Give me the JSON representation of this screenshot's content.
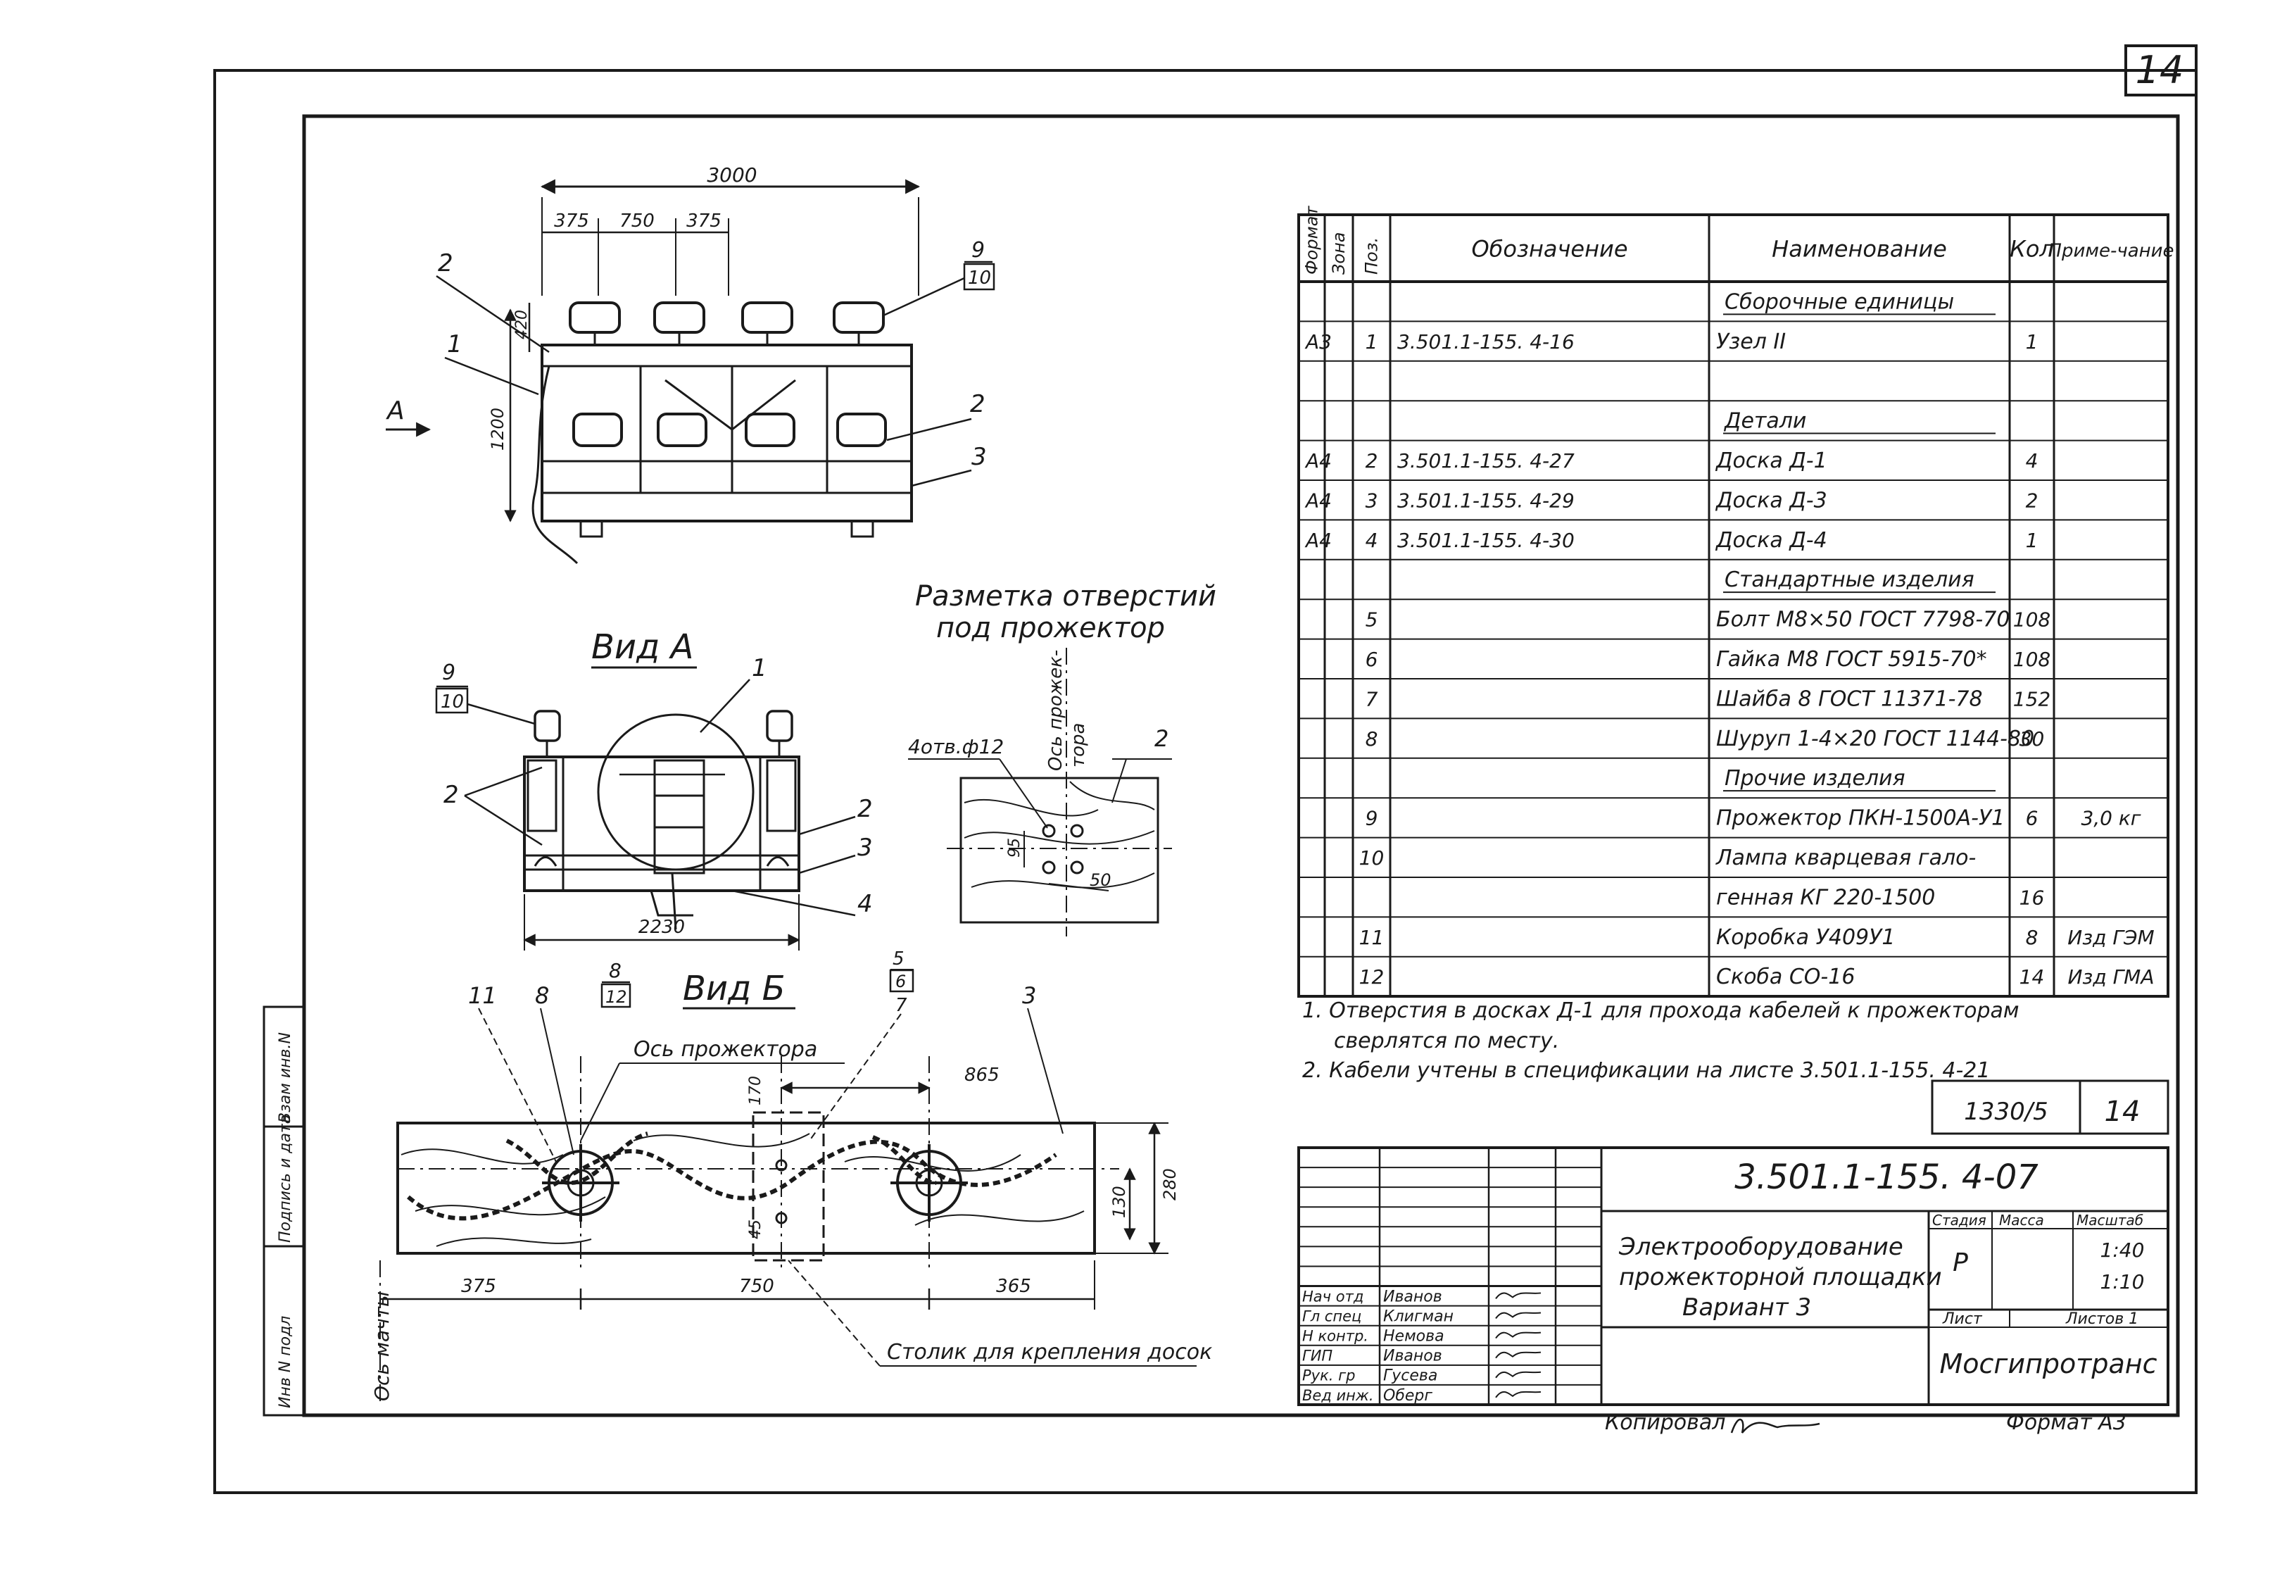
{
  "sheet": {
    "page_corner": "14",
    "format": "Формат А3",
    "copied_by": "Копировал",
    "inventory_code": "1330/5",
    "inventory_sheet": "14"
  },
  "side_stamp": [
    "Инв N подл",
    "Подпись и дата",
    "Взам инв.N"
  ],
  "views": {
    "top": {
      "dims": {
        "total": "3000",
        "d1": "375",
        "d2": "750",
        "d3": "375",
        "height": "1200",
        "h2": "420"
      },
      "arrow_label": "А",
      "leaders": {
        "l2a": "2",
        "l1": "1",
        "l9": "9",
        "l10": "10",
        "l2b": "2",
        "l3": "3"
      }
    },
    "view_a": {
      "title": "Вид А",
      "width": "2230",
      "leaders": {
        "l9": "9",
        "l10": "10",
        "l2": "2",
        "l1": "1",
        "l2b": "2",
        "l3": "3",
        "l4": "4"
      }
    },
    "marking": {
      "title_1": "Разметка отверстий",
      "title_2": "под прожектор",
      "holes": "4отв.ф12",
      "axis_1": "Ось прожек-",
      "axis_2": "тора",
      "d95": "95",
      "d50": "50",
      "leader2": "2"
    },
    "view_b": {
      "title": "Вид Б",
      "axis_label": "Ось прожектора",
      "mast_axis": "Ось мачты",
      "table_label": "Столик для крепления досок",
      "dims": {
        "d865": "865",
        "d170": "170",
        "d280": "280",
        "d130": "130",
        "d45": "45",
        "b1": "375",
        "b2": "750",
        "b3": "365"
      },
      "leaders": {
        "l11": "11",
        "l8": "8",
        "l12": "12",
        "l5": "5",
        "l6": "6",
        "l7": "7",
        "l3": "3"
      }
    }
  },
  "spec": {
    "headers": [
      "Формат",
      "Зона",
      "Поз.",
      "Обозначение",
      "Наименование",
      "Кол",
      "Приме-чание"
    ],
    "rows": [
      [
        "",
        "",
        "",
        "",
        "Сборочные единицы",
        "",
        ""
      ],
      [
        "А3",
        "",
        "1",
        "3.501.1-155. 4-16",
        "Узел II",
        "1",
        ""
      ],
      [
        "",
        "",
        "",
        "",
        "",
        "",
        ""
      ],
      [
        "",
        "",
        "",
        "",
        "Детали",
        "",
        ""
      ],
      [
        "А4",
        "",
        "2",
        "3.501.1-155. 4-27",
        "Доска Д-1",
        "4",
        ""
      ],
      [
        "А4",
        "",
        "3",
        "3.501.1-155. 4-29",
        "Доска Д-3",
        "2",
        ""
      ],
      [
        "А4",
        "",
        "4",
        "3.501.1-155. 4-30",
        "Доска Д-4",
        "1",
        ""
      ],
      [
        "",
        "",
        "",
        "",
        "Стандартные изделия",
        "",
        ""
      ],
      [
        "",
        "",
        "5",
        "",
        "Болт М8×50 ГОСТ 7798-70",
        "108",
        ""
      ],
      [
        "",
        "",
        "6",
        "",
        "Гайка М8 ГОСТ 5915-70*",
        "108",
        ""
      ],
      [
        "",
        "",
        "7",
        "",
        "Шайба 8 ГОСТ 11371-78",
        "152",
        ""
      ],
      [
        "",
        "",
        "8",
        "",
        "Шуруп 1-4×20 ГОСТ 1144-80",
        "30",
        ""
      ],
      [
        "",
        "",
        "",
        "",
        "Прочие изделия",
        "",
        ""
      ],
      [
        "",
        "",
        "9",
        "",
        "Прожектор ПКН-1500А-У1",
        "6",
        "3,0 кг"
      ],
      [
        "",
        "",
        "10",
        "",
        "Лампа кварцевая гало-",
        "",
        ""
      ],
      [
        "",
        "",
        "",
        "",
        "генная КГ 220-1500",
        "16",
        ""
      ],
      [
        "",
        "",
        "11",
        "",
        "Коробка У409У1",
        "8",
        "Изд ГЭМ"
      ],
      [
        "",
        "",
        "12",
        "",
        "Скоба СО-16",
        "14",
        "Изд ГМА"
      ]
    ]
  },
  "notes": [
    "1. Отверстия в досках Д-1 для прохода кабелей к прожекторам",
    "сверлятся по месту.",
    "2. Кабели учтены в спецификации на листе 3.501.1-155. 4-21"
  ],
  "title_block": {
    "code": "3.501.1-155. 4-07",
    "title_lines": [
      "Электрооборудование",
      "прожекторной площадки",
      "Вариант 3"
    ],
    "stage_label": "Стадия",
    "mass_label": "Масса",
    "scale_label": "Масштаб",
    "stage": "Р",
    "scale_1": "1:40",
    "scale_2": "1:10",
    "sheet_label": "Лист",
    "sheets_label": "Листов 1",
    "organization": "Мосгипротранс",
    "roles": [
      "Нач отд",
      "Гл спец",
      "Н контр.",
      "ГИП",
      "Рук. гр",
      "Вед инж."
    ],
    "names": [
      "Иванов",
      "Клигман",
      "Немова",
      "Иванов",
      "Гусева",
      "Оберг"
    ]
  }
}
